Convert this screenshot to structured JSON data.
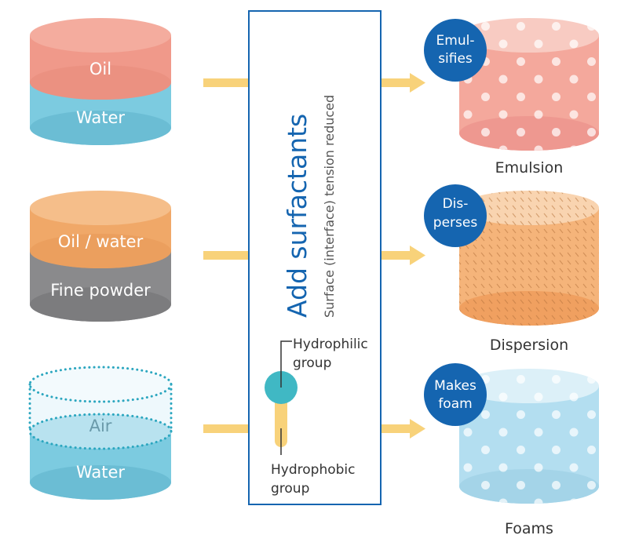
{
  "inputs": [
    {
      "top_label": "Oil",
      "bottom_label": "Water",
      "top_color": "#f0998a",
      "bottom_color": "#7ccbe0"
    },
    {
      "top_label": "Oil / water",
      "bottom_label": "Fine powder",
      "top_color": "#f0a868",
      "bottom_color": "#8a8a8c"
    },
    {
      "top_label": "Air",
      "bottom_label": "Water",
      "top_color": "#e8f6fb",
      "bottom_color": "#7ccbe0"
    }
  ],
  "center": {
    "title": "Add surfactants",
    "subtitle": "Surface (interface) tension reduced",
    "hydrophilic_label_1": "Hydrophilic",
    "hydrophilic_label_2": "group",
    "hydrophobic_label_1": "Hydrophobic",
    "hydrophobic_label_2": "group"
  },
  "outputs": [
    {
      "badge_1": "Emul-",
      "badge_2": "sifies",
      "name": "Emulsion",
      "color": "#f4a89c",
      "pattern": "dots"
    },
    {
      "badge_1": "Dis-",
      "badge_2": "perses",
      "name": "Dispersion",
      "color": "#f5b47a",
      "pattern": "dashes"
    },
    {
      "badge_1": "Makes",
      "badge_2": "foam",
      "name": "Foams",
      "color": "#b3def0",
      "pattern": "dots"
    }
  ],
  "colors": {
    "accent_blue": "#1565b0",
    "arrow": "#f8d27a",
    "hydrophilic": "#40b8c4",
    "hydrophobic": "#f8d27a"
  }
}
